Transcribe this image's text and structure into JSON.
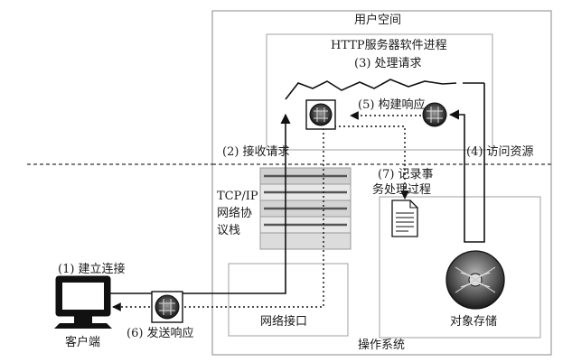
{
  "regions": {
    "user_space": "用户空间",
    "os": "操作系统"
  },
  "process": {
    "title": "HTTP服务器软件进程"
  },
  "steps": {
    "s1": "(1) 建立连接",
    "s2": "(2) 接收请求",
    "s3": "(3) 处理请求",
    "s4": "(4) 访问资源",
    "s5": "(5) 构建响应",
    "s6": "(6) 发送响应",
    "s7_line1": "(7) 记录事",
    "s7_line2": "务处理过程"
  },
  "stack": {
    "line1": "TCP/IP",
    "line2": "网络协",
    "line3": "议栈"
  },
  "components": {
    "network_interface": "网络接口",
    "object_storage": "对象存储",
    "client": "客户端"
  },
  "icons": [
    "router-icon",
    "disk-icon",
    "document-icon",
    "computer-icon"
  ]
}
